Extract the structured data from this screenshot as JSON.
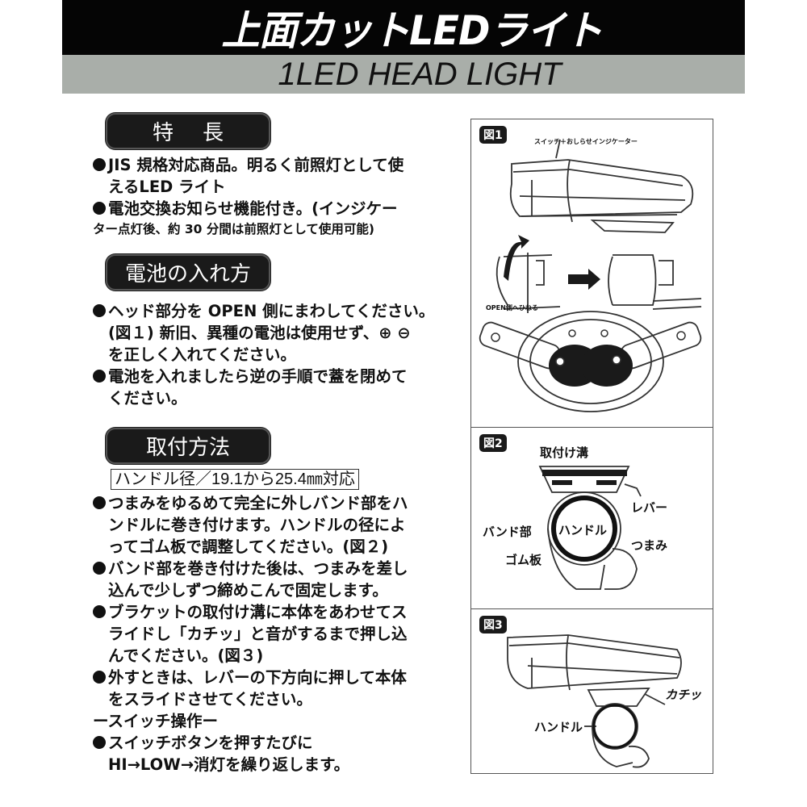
{
  "header": {
    "title": "上面カットLEDライト",
    "subtitle": "1LED HEAD LIGHT"
  },
  "colors": {
    "title_bar": "#050505",
    "subtitle_bar": "#a9aea9",
    "pill_bg": "#1a1a1a"
  },
  "sections": {
    "features": {
      "heading": "特長",
      "items": [
        {
          "lines": [
            "JIS 規格対応商品。明るく前照灯として使",
            "えるLED ライト"
          ]
        },
        {
          "lines": [
            "電池交換お知らせ機能付き。(インジケー",
            "ター点灯後、約 30 分間は前照灯として使用可能)"
          ]
        }
      ]
    },
    "battery": {
      "heading": "電池の入れ方",
      "items": [
        {
          "lines": [
            "ヘッド部分を OPEN 側にまわしてください。",
            "(図１) 新旧、異種の電池は使用せず、⊕ ⊖",
            "を正しく入れてください。"
          ]
        },
        {
          "lines": [
            "電池を入れましたら逆の手順で蓋を閉めて",
            "ください。"
          ]
        }
      ]
    },
    "mounting": {
      "heading": "取付方法",
      "spec": "ハンドル径／19.1から25.4㎜対応",
      "items": [
        {
          "lines": [
            "つまみをゆるめて完全に外しバンド部をハ",
            "ンドルに巻き付けます。ハンドルの径によ",
            "ってゴム板で調整してください。(図２)"
          ]
        },
        {
          "lines": [
            "バンド部を巻き付けた後は、つまみを差し",
            "込んで少しずつ締めこんで固定します。"
          ]
        },
        {
          "lines": [
            "ブラケットの取付け溝に本体をあわせてス",
            "ライドし「カチッ」と音がするまで押し込",
            "んでください。(図３)"
          ]
        },
        {
          "lines": [
            "外すときは、レバーの下方向に押して本体",
            "をスライドさせてください。"
          ]
        }
      ]
    },
    "switch": {
      "heading": "ースイッチ操作ー",
      "items": [
        {
          "lines": [
            "スイッチボタンを押すたびに",
            "HI→LOW→消灯を繰り返します。"
          ]
        }
      ]
    }
  },
  "figures": {
    "fig1": {
      "tag": "図1",
      "label_switch": "スイッチ＋おしらせインジケーター",
      "label_open": "OPEN側へひねる"
    },
    "fig2": {
      "tag": "図2",
      "label_groove": "取付け溝",
      "label_lever": "レバー",
      "label_band": "バンド部",
      "label_handle": "ハンドル",
      "label_knob": "つまみ",
      "label_rubber": "ゴム板"
    },
    "fig3": {
      "tag": "図3",
      "label_click": "カチッ",
      "label_handle": "ハンドル"
    }
  }
}
